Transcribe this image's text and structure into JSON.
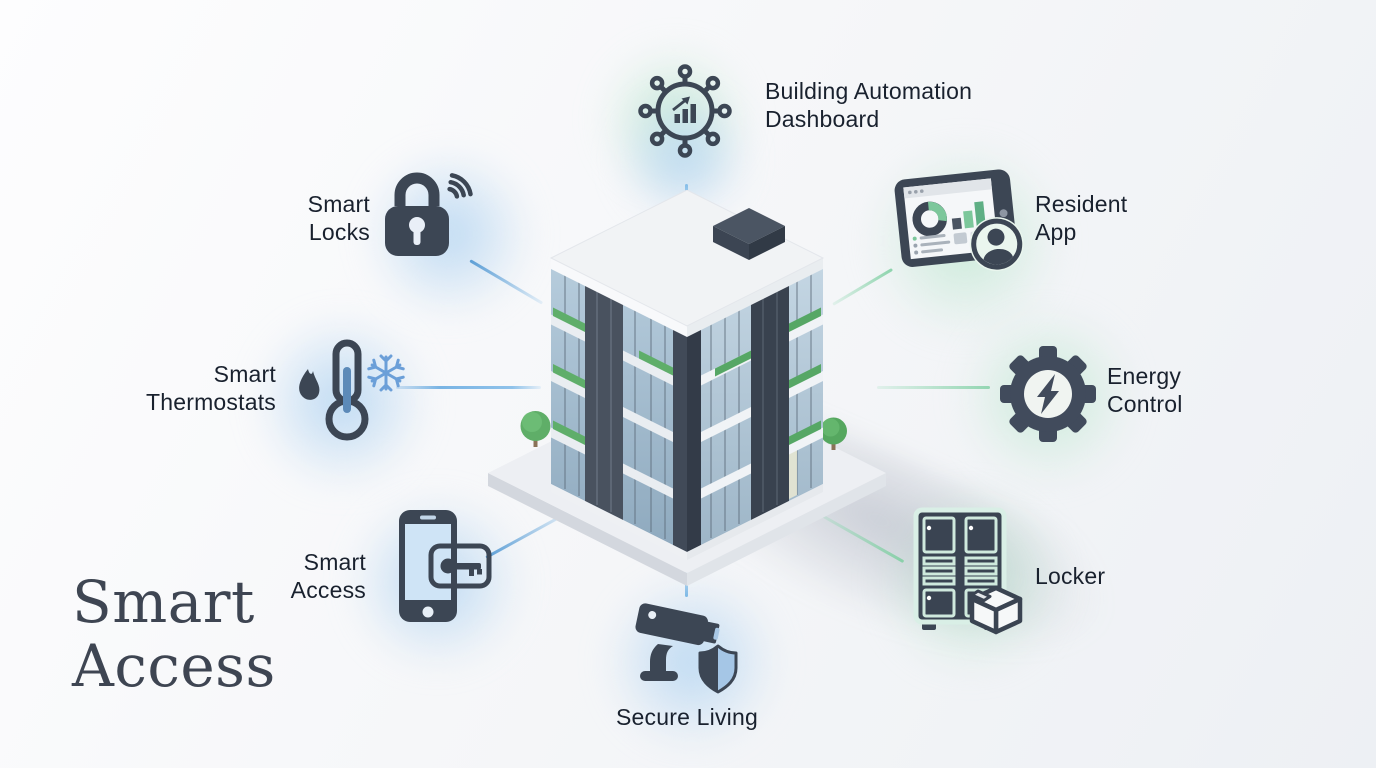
{
  "title": {
    "line1": "Smart",
    "line2": "Access"
  },
  "nodes": {
    "automation": {
      "line1": "Building Automation",
      "line2": "Dashboard",
      "icon": "network-hub-chart"
    },
    "resident": {
      "line1": "Resident",
      "line2": "App",
      "icon": "tablet-dashboard-avatar"
    },
    "energy": {
      "line1": "Energy",
      "line2": "Control",
      "icon": "gear-lightning"
    },
    "locker": {
      "label": "Locker",
      "icon": "parcel-locker-package"
    },
    "secure": {
      "label": "Secure Living",
      "icon": "cctv-camera-shield"
    },
    "access": {
      "line1": "Smart",
      "line2": "Access",
      "icon": "smartphone-keycard"
    },
    "thermostats": {
      "line1": "Smart",
      "line2": "Thermostats",
      "icon": "thermometer-flame-snowflake"
    },
    "locks": {
      "line1": "Smart",
      "line2": "Locks",
      "icon": "padlock-wifi"
    }
  },
  "colors": {
    "icon_slate": "#3c4654",
    "glow_blue": "#bcd9f2",
    "glow_green": "#c9ead8",
    "connector_blue": "#79b4e4",
    "connector_green": "#93d6b2",
    "label_color": "#19212e",
    "title_color": "#3e4552",
    "accent_green": "#7cc79b",
    "accent_blue": "#a9c8e5"
  }
}
